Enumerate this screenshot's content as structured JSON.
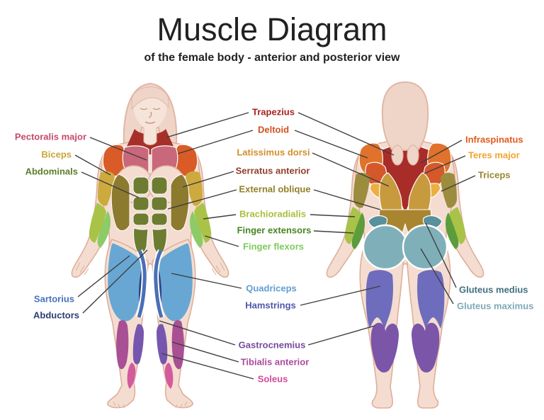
{
  "title": "Muscle Diagram",
  "subtitle": "of the female body - anterior and posterior view",
  "figures": {
    "anterior": "female body anterior view",
    "posterior": "female body posterior view"
  },
  "labels": [
    {
      "id": "pectoralis-major",
      "text": "Pectoralis major",
      "color": "#c54a6b"
    },
    {
      "id": "biceps",
      "text": "Biceps",
      "color": "#c9a636"
    },
    {
      "id": "abdominals",
      "text": "Abdominals",
      "color": "#5d7d2a"
    },
    {
      "id": "sartorius",
      "text": "Sartorius",
      "color": "#4673b8"
    },
    {
      "id": "abductors",
      "text": "Abductors",
      "color": "#2c3e74"
    },
    {
      "id": "trapezius",
      "text": "Trapezius",
      "color": "#a62421"
    },
    {
      "id": "deltoid",
      "text": "Deltoid",
      "color": "#d1511f"
    },
    {
      "id": "latissimus-dorsi",
      "text": "Latissimus dorsi",
      "color": "#d28f2e"
    },
    {
      "id": "serratus-anterior",
      "text": "Serratus anterior",
      "color": "#8e3f2c"
    },
    {
      "id": "external-oblique",
      "text": "External oblique",
      "color": "#93802c"
    },
    {
      "id": "brachioradialis",
      "text": "Brachioradialis",
      "color": "#a8bf3c"
    },
    {
      "id": "finger-extensors",
      "text": "Finger extensors",
      "color": "#47851f"
    },
    {
      "id": "finger-flexors",
      "text": "Finger flexors",
      "color": "#7fca5a"
    },
    {
      "id": "quadriceps",
      "text": "Quadriceps",
      "color": "#619ed2"
    },
    {
      "id": "hamstrings",
      "text": "Hamstrings",
      "color": "#4d58a9"
    },
    {
      "id": "gastrocnemius",
      "text": "Gastrocnemius",
      "color": "#744ba1"
    },
    {
      "id": "tibialis-anterior",
      "text": "Tibialis anterior",
      "color": "#ab4aa0"
    },
    {
      "id": "soleus",
      "text": "Soleus",
      "color": "#d4499c"
    },
    {
      "id": "infraspinatus",
      "text": "Infraspinatus",
      "color": "#e25a1e"
    },
    {
      "id": "teres-major",
      "text": "Teres major",
      "color": "#f0a531"
    },
    {
      "id": "triceps",
      "text": "Triceps",
      "color": "#998731"
    },
    {
      "id": "gluteus-medius",
      "text": "Gluteus medius",
      "color": "#42707f"
    },
    {
      "id": "gluteus-maximus",
      "text": "Gluteus maximus",
      "color": "#7fa9b6"
    }
  ],
  "palette": {
    "skin": "#f4ddd0",
    "skin_light": "#f6e4da",
    "skin_outline": "#dfae9b",
    "hair": "#eed5c8",
    "neck_red": "#a63029",
    "trapezius": "#a82c28",
    "deltoid_front": "#d95b28",
    "deltoid_back": "#e0722c",
    "pectoralis": "#c8687a",
    "biceps": "#ccaa3d",
    "brachioradialis": "#a9c348",
    "finger_flexors": "#8ccb66",
    "finger_extensors": "#5d9c3c",
    "abdominals": "#6d7c31",
    "external_oblique": "#8c7a2f",
    "quadriceps": "#68a7d3",
    "sartorius": "#4a6fb5",
    "adductors": "#31418a",
    "gastrocnemius_front": "#a85093",
    "tibialis": "#7757ae",
    "soleus": "#d25b9e",
    "infraspinatus": "#d5582b",
    "teres_major": "#ecaf42",
    "triceps": "#9c8c3e",
    "latissimus": "#c89a3e",
    "lower_back": "#aa852f",
    "gluteus_medius": "#58909c",
    "gluteus_maximus": "#7fb0ba",
    "hamstrings": "#6e6cbd",
    "gastrocnemius_back": "#7b55a8",
    "leader_line": "#3f3f3f"
  }
}
